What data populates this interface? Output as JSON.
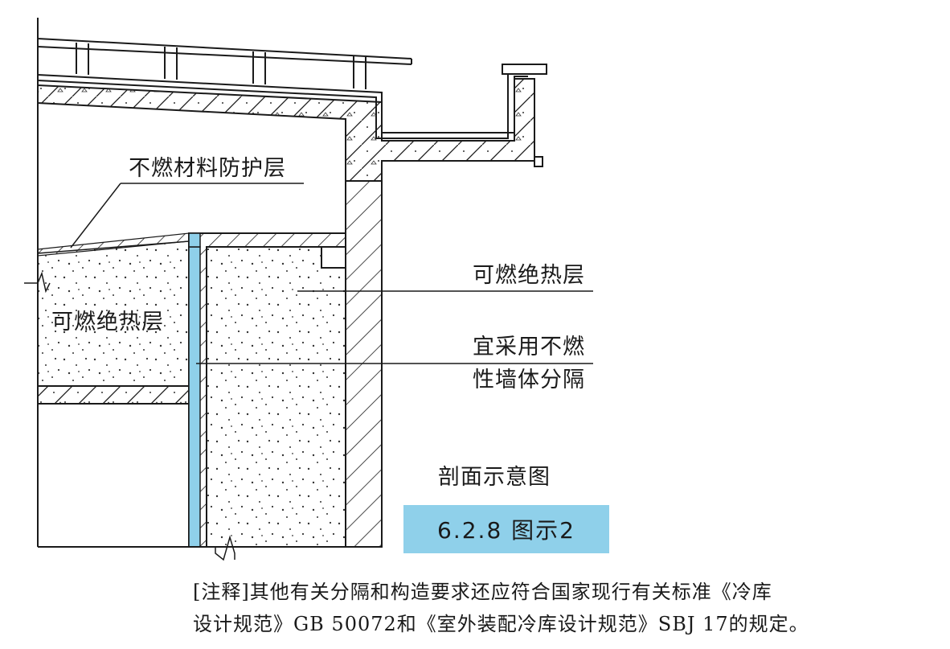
{
  "labels": {
    "noncombustible_layer": "不燃材料防护层",
    "combustible_insulation_right": "可燃绝热层",
    "combustible_insulation_left": "可燃绝热层",
    "wall_line1": "宜采用不燃",
    "wall_line2": "性墙体分隔"
  },
  "caption": {
    "title": "剖面示意图",
    "figure_number": "6.2.8 图示2"
  },
  "note": {
    "line1": "[注释]其他有关分隔和构造要求还应符合国家现行有关标准《冷库",
    "line2": "设计规范》GB 50072和《室外装配冷库设计规范》SBJ 17的规定。"
  },
  "colors": {
    "line": "#1a1a1a",
    "blue_layer": "#8fd0ea",
    "background": "#ffffff"
  }
}
